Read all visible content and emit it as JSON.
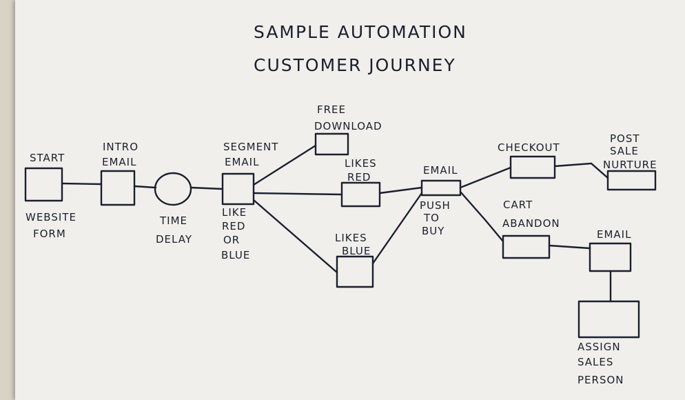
{
  "title": {
    "line1": "SAMPLE AUTOMATION",
    "line2": "CUSTOMER JOURNEY"
  },
  "labels": {
    "start": "START",
    "website_form": [
      "WEBSITE",
      "FORM"
    ],
    "intro_email": [
      "INTRO",
      "EMAIL"
    ],
    "time_delay": [
      "TIME",
      "DELAY"
    ],
    "segment_email": [
      "SEGMENT",
      "EMAIL"
    ],
    "like_red_or_blue": [
      "LIKE",
      "RED",
      "OR",
      "BLUE"
    ],
    "free_download": [
      "FREE",
      "DOWNLOAD"
    ],
    "likes_red": [
      "LIKES",
      "RED"
    ],
    "likes_blue": [
      "LIKES",
      "BLUE"
    ],
    "email": "EMAIL",
    "push_to_buy": [
      "PUSH",
      "TO",
      "BUY"
    ],
    "checkout": "CHECKOUT",
    "post_sale_nurture": [
      "POST",
      "SALE",
      "NURTURE"
    ],
    "cart_abandon": [
      "CART",
      "ABANDON"
    ],
    "email2": "EMAIL",
    "assign_sales_person": [
      "ASSIGN",
      "SALES",
      "PERSON"
    ]
  },
  "colors": {
    "ink": "#1a1f2e",
    "paper": "#f1efeb",
    "background": "#d9d3c4"
  }
}
